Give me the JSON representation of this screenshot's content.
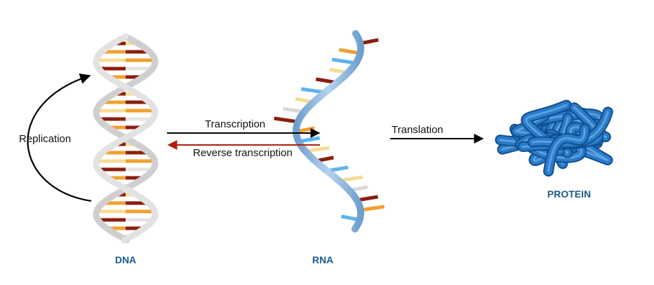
{
  "molecules": {
    "dna": {
      "label": "DNA"
    },
    "rna": {
      "label": "RNA"
    },
    "protein": {
      "label": "PROTEIN"
    }
  },
  "processes": {
    "replication": {
      "label": "Replication"
    },
    "transcription": {
      "label": "Transcription"
    },
    "reverse_transcription": {
      "label": "Reverse transcription"
    },
    "translation": {
      "label": "Translation"
    }
  },
  "colors": {
    "title_blue": "#1d5a8c",
    "arrow_black": "#000000",
    "arrow_red": "#b01e10",
    "dna_backbone": "#d6d6d6",
    "rna_backbone": "#8fb8de",
    "base_dark_red": "#8b1e0e",
    "base_orange": "#f0a030",
    "base_light_yellow": "#f7dc95",
    "base_light_blue": "#5fb3ec",
    "protein_blue": "#2a7bc8"
  }
}
